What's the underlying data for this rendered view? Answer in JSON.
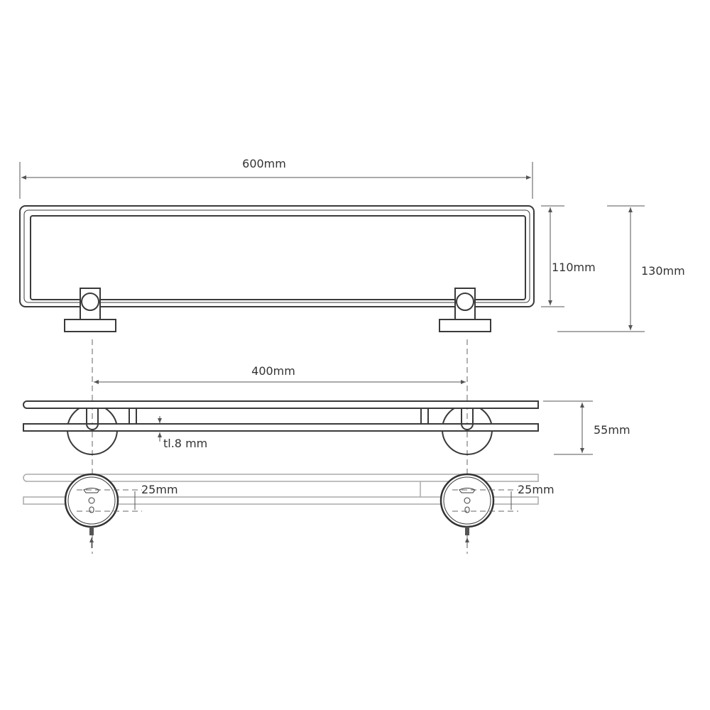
{
  "dimensions": {
    "total_length": "600mm",
    "shelf_depth": "110mm",
    "total_depth": "130mm",
    "bracket_spacing": "400mm",
    "height": "55mm",
    "glass_thickness": "tl.8 mm",
    "hole_spacing_left": "25mm",
    "hole_spacing_right": "25mm"
  },
  "colors": {
    "line": "#3a3a3a",
    "text": "#333333"
  }
}
